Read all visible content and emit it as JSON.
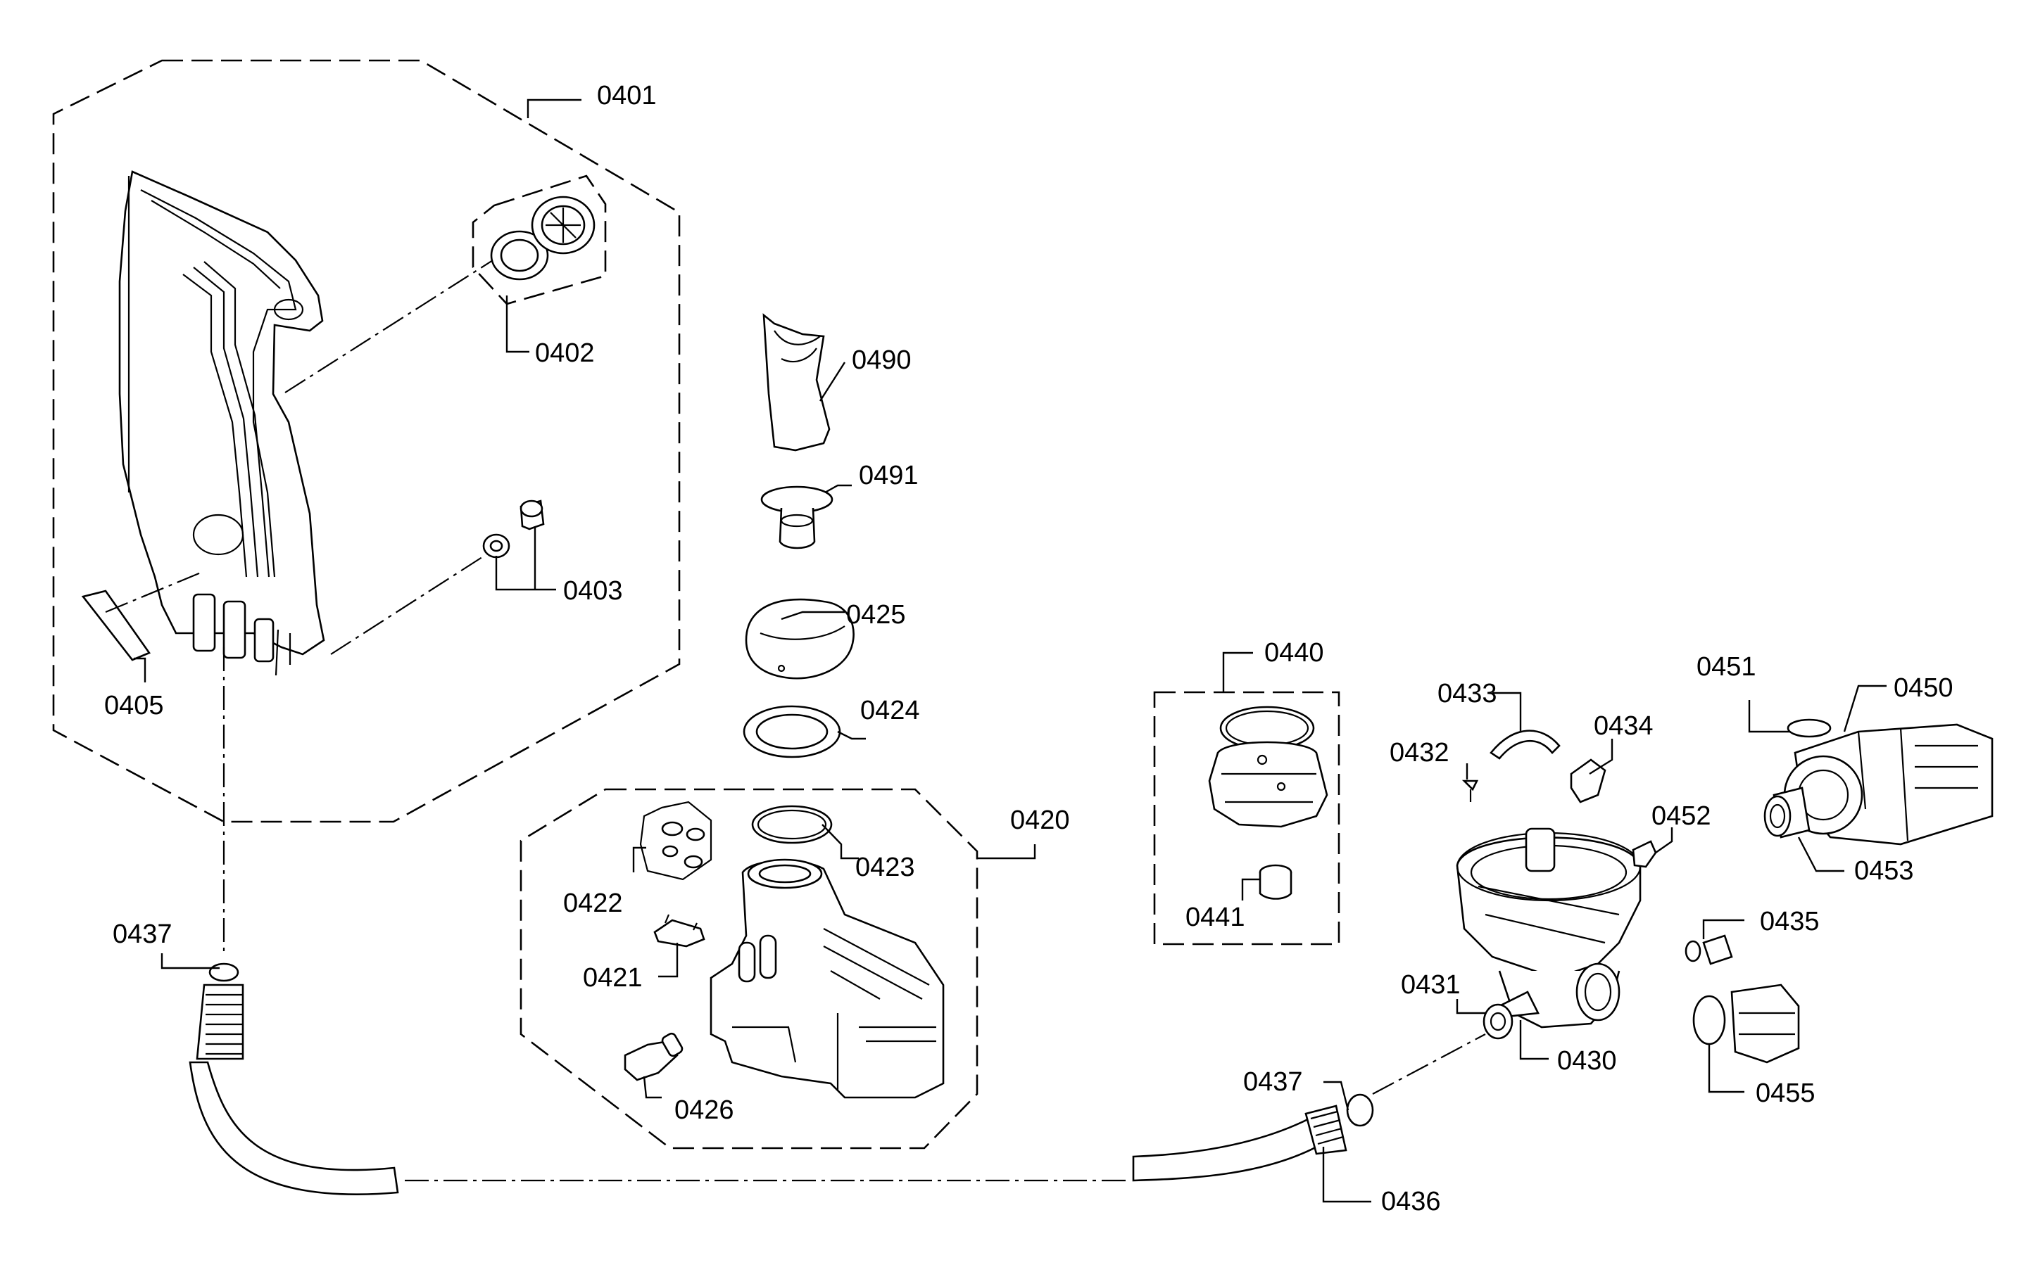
{
  "labels": {
    "p0401": "0401",
    "p0402": "0402",
    "p0403": "0403",
    "p0405": "0405",
    "p0490": "0490",
    "p0491": "0491",
    "p0425": "0425",
    "p0424": "0424",
    "p0420": "0420",
    "p0423": "0423",
    "p0422": "0422",
    "p0421": "0421",
    "p0426": "0426",
    "p0437a": "0437",
    "p0440": "0440",
    "p0441": "0441",
    "p0433": "0433",
    "p0434": "0434",
    "p0432": "0432",
    "p0452": "0452",
    "p0451": "0451",
    "p0450": "0450",
    "p0453": "0453",
    "p0435": "0435",
    "p0431": "0431",
    "p0430": "0430",
    "p0455": "0455",
    "p0437b": "0437",
    "p0436": "0436"
  },
  "icons": {
    "pipe_panel": "water-distribution-panel-icon",
    "pump_motor": "circulation-pump-motor-icon",
    "sump": "sump-housing-icon",
    "hose": "drain-hose-icon"
  }
}
